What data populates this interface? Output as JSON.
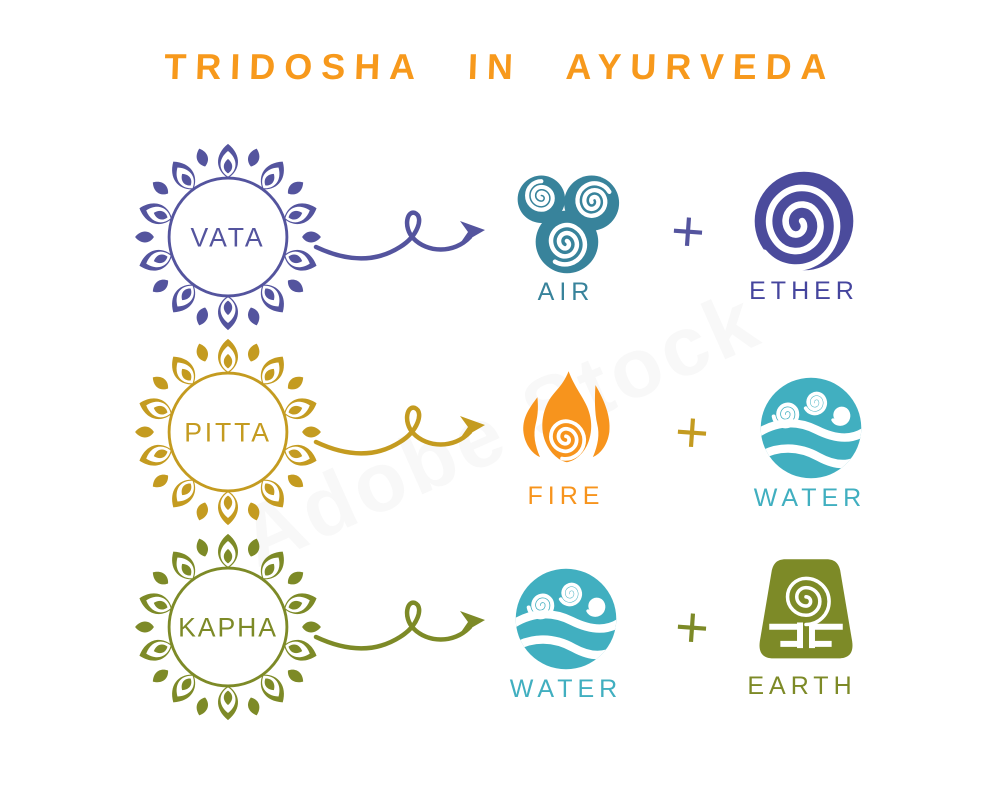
{
  "title": "TRIDOSHA IN AYURVEDA",
  "plus": "+",
  "watermark": "Adobe Stock",
  "colors": {
    "title_orange": "#F7991C",
    "vata_indigo": "#54549E",
    "ether_indigo": "#4B4B9C",
    "air_teal": "#38839B",
    "pitta_gold": "#C49B20",
    "fire_orange": "#F7941D",
    "water_teal": "#41AFC0",
    "kapha_olive": "#7D8A27"
  },
  "rows": [
    {
      "dosha": "VATA",
      "elements": [
        {
          "label": "AIR"
        },
        {
          "label": "ETHER"
        }
      ]
    },
    {
      "dosha": "PITTA",
      "elements": [
        {
          "label": "FIRE"
        },
        {
          "label": "WATER"
        }
      ]
    },
    {
      "dosha": "KAPHA",
      "elements": [
        {
          "label": "WATER"
        },
        {
          "label": "EARTH"
        }
      ]
    }
  ]
}
